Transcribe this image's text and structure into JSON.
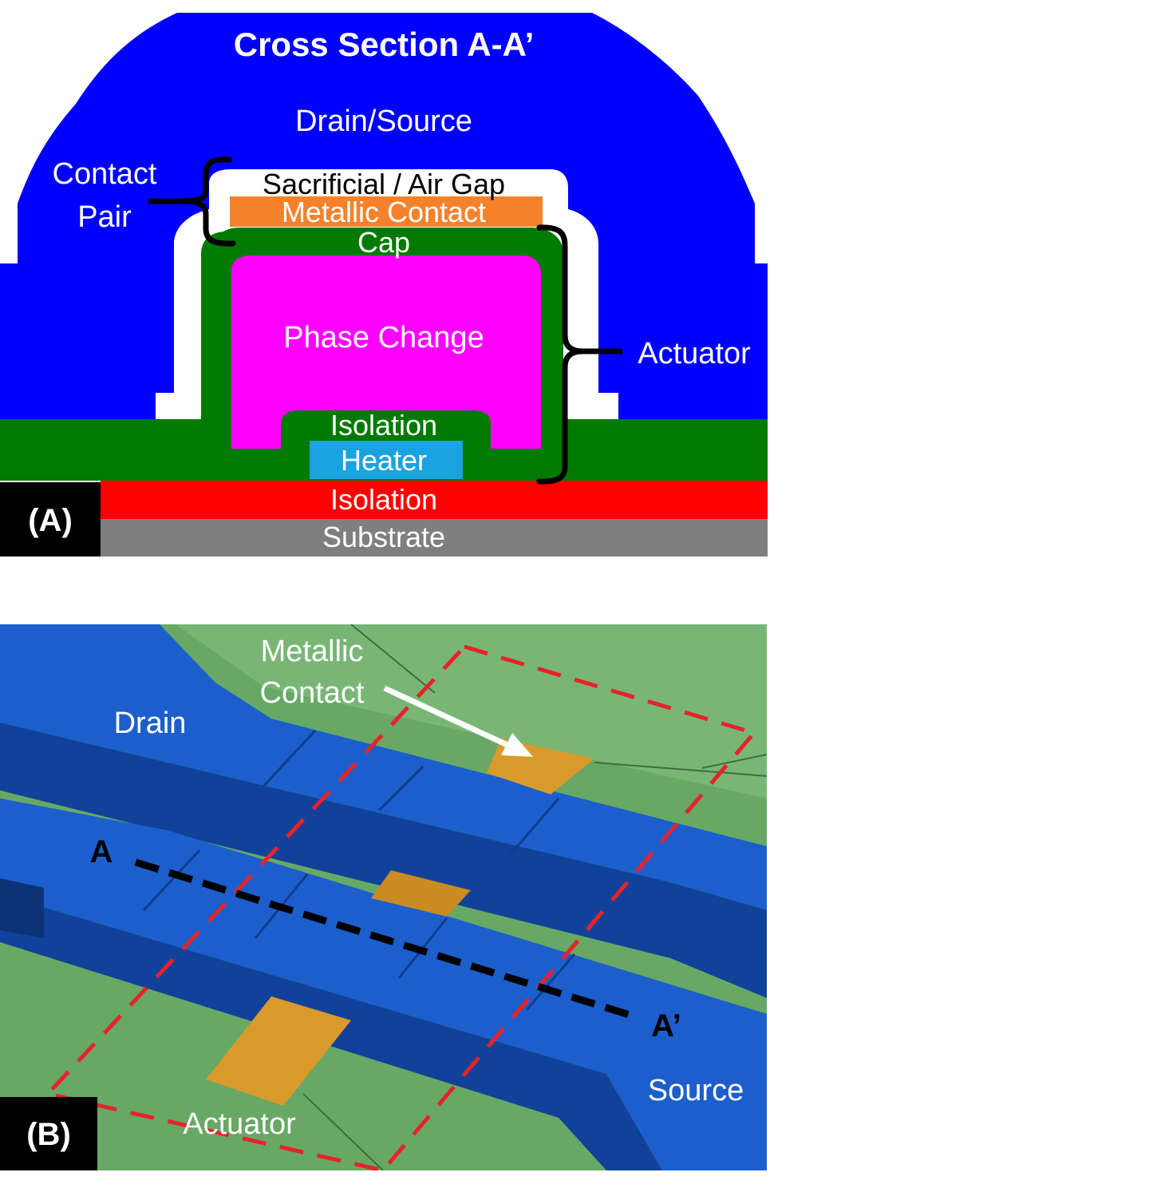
{
  "panel_a": {
    "title": "Cross Section A-A’",
    "panel_label": "(A)",
    "labels": {
      "drain_source": "Drain/Source",
      "contact_line1": "Contact",
      "contact_line2": "Pair",
      "sacrificial": "Sacrificial / Air Gap",
      "metallic_contact": "Metallic Contact",
      "cap": "Cap",
      "phase_change": "Phase Change",
      "isolation_inner": "Isolation",
      "heater": "Heater",
      "actuator": "Actuator",
      "isolation_bottom": "Isolation",
      "substrate": "Substrate"
    },
    "colors": {
      "drain_source": "#0000ff",
      "green": "#007a00",
      "phase_change": "#ff00ff",
      "metallic_contact": "#f5822a",
      "heater": "#19a3e0",
      "isolation": "#ff0000",
      "substrate": "#7f7f7f",
      "air_gap": "#ffffff",
      "label_box": "#000000"
    }
  },
  "panel_b": {
    "panel_label": "(B)",
    "labels": {
      "metallic_line1": "Metallic",
      "metallic_line2": "Contact",
      "drain": "Drain",
      "a": "A",
      "a_prime": "A’",
      "source": "Source",
      "actuator": "Actuator"
    },
    "colors": {
      "background": "#67a865",
      "electrode_top": "#1c5fcc",
      "electrode_side": "#10429a",
      "contact_pad": "#d99a2b",
      "dashed_outline": "#e8222a",
      "section_line": "#000000"
    }
  }
}
